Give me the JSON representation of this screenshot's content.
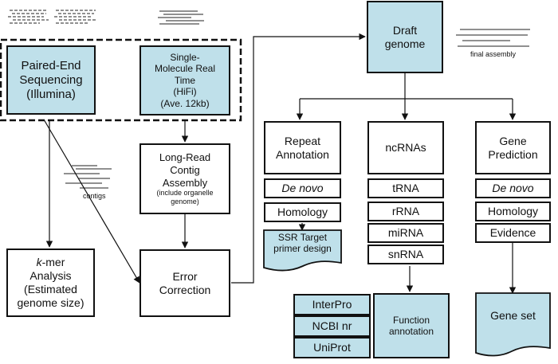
{
  "inputs": {
    "paired_end": [
      "Paired-End",
      "Sequencing",
      "(Illumina)"
    ],
    "single_molecule": [
      "Single-",
      "Molecule Real",
      "Time",
      "(HiFi)",
      "(Ave. 12kb)"
    ]
  },
  "draft_genome": [
    "Draft",
    "genome"
  ],
  "final_assembly_label": "final assembly",
  "contigs_label": "contigs",
  "long_read": {
    "title": [
      "Long-Read",
      "Contig",
      "Assembly"
    ],
    "note": [
      "(include organelle",
      "genome)"
    ]
  },
  "kmer": {
    "k": "k",
    "rest": "-mer",
    "lines": [
      "Analysis",
      "(Estimated",
      "genome size)"
    ]
  },
  "error_correction": [
    "Error",
    "Correction"
  ],
  "repeat": {
    "title": [
      "Repeat",
      "Annotation"
    ],
    "methods": [
      "De novo",
      "Homology"
    ],
    "ssr": [
      "SSR Target",
      "primer design"
    ]
  },
  "ncrna": {
    "title": "ncRNAs",
    "types": [
      "tRNA",
      "rRNA",
      "miRNA",
      "snRNA"
    ],
    "function": [
      "Function",
      "annotation"
    ]
  },
  "gene": {
    "title": [
      "Gene",
      "Prediction"
    ],
    "methods": [
      "De novo",
      "Homology",
      "Evidence"
    ],
    "set": "Gene set"
  },
  "databases": [
    "InterPro",
    "NCBI nr",
    "UniProt"
  ],
  "colors": {
    "fill": "#bfe0ea",
    "stroke": "#111111"
  }
}
